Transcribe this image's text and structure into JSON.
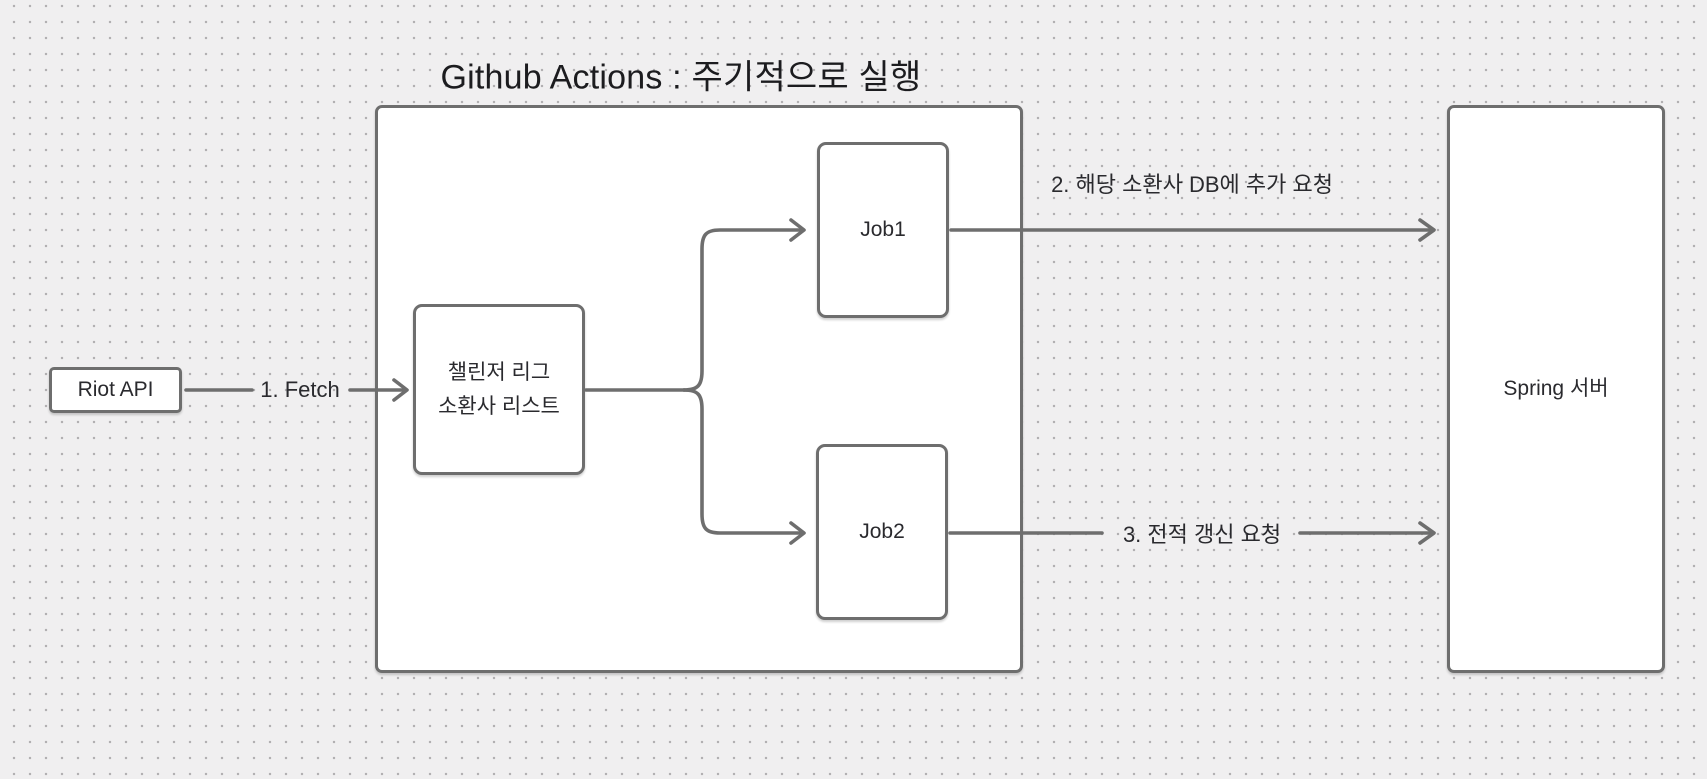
{
  "title": "Github Actions : 주기적으로 실행",
  "nodes": {
    "riot_api": {
      "label": "Riot API"
    },
    "challenger_list": {
      "line1": "챌린저 리그",
      "line2": "소환사 리스트"
    },
    "job1": {
      "label": "Job1"
    },
    "job2": {
      "label": "Job2"
    },
    "spring_server": {
      "label": "Spring 서버"
    }
  },
  "edges": {
    "fetch": {
      "label": "1. Fetch"
    },
    "db_add": {
      "label": "2. 해당 소환사 DB에 추가 요청"
    },
    "record_update": {
      "label": "3. 전적 갱신 요청"
    }
  },
  "colors": {
    "background": "#f0eff0",
    "grid_dot": "#b2b0b2",
    "line": "#6e6e6e",
    "node_fill": "#ffffff",
    "text": "#2a2a2e",
    "title_color": "#1c1c1f"
  }
}
